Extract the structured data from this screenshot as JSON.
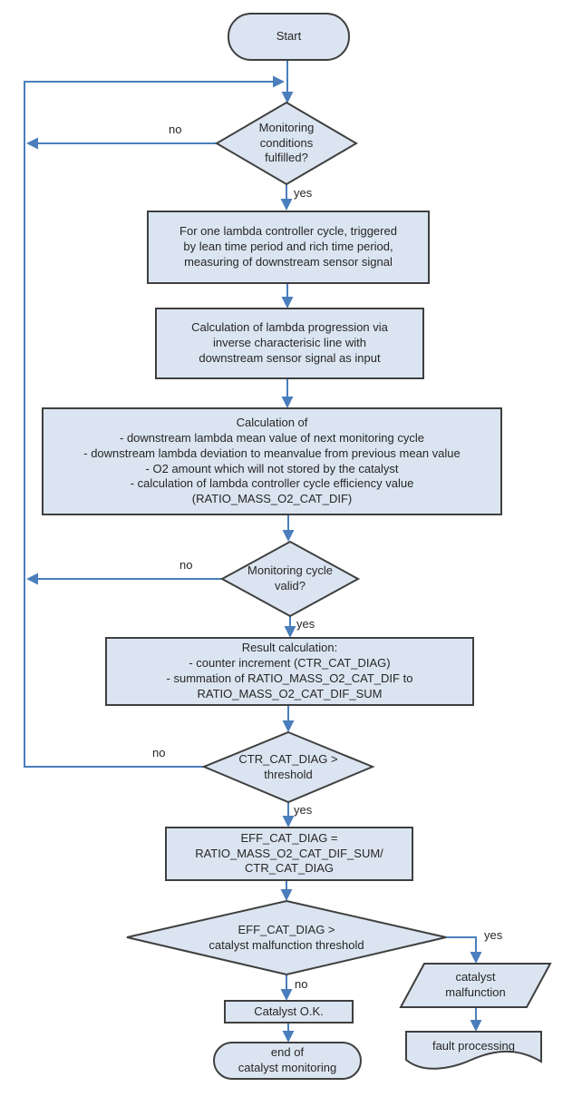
{
  "flowchart": {
    "nodes": {
      "start": "Start",
      "monitoring_conditions": "Monitoring\nconditions\nfulfilled?",
      "measure_sensor": "For one lambda controller cycle, triggered\nby lean time period and rich time period,\nmeasuring of downstream sensor signal",
      "lambda_progression": "Calculation of lambda progression via\ninverse characterisic line with\ndownstream sensor signal as input",
      "calculation": "Calculation of\n- downstream lambda mean value of next monitoring cycle\n- downstream lambda deviation to meanvalue from previous mean value\n- O2 amount which will not stored by the catalyst\n- calculation of lambda controller cycle efficiency value\n(RATIO_MASS_O2_CAT_DIF)",
      "cycle_valid": "Monitoring cycle\nvalid?",
      "result_calculation": "Result calculation:\n- counter increment (CTR_CAT_DIAG)\n- summation of RATIO_MASS_O2_CAT_DIF to\nRATIO_MASS_O2_CAT_DIF_SUM",
      "counter_threshold": "CTR_CAT_DIAG >\nthreshold",
      "efficiency_formula": "EFF_CAT_DIAG =\nRATIO_MASS_O2_CAT_DIF_SUM/\nCTR_CAT_DIAG",
      "malfunction_threshold": "EFF_CAT_DIAG >\ncatalyst malfunction threshold",
      "catalyst_ok": "Catalyst O.K.",
      "end_monitoring": "end of\ncatalyst monitoring",
      "catalyst_malfunction": "catalyst\nmalfunction",
      "fault_processing": "fault processing"
    },
    "edge_labels": {
      "conditions_no": "no",
      "conditions_yes": "yes",
      "cycle_no": "no",
      "cycle_yes": "yes",
      "counter_no": "no",
      "counter_yes": "yes",
      "malfunction_no": "no",
      "malfunction_yes": "yes"
    },
    "colors": {
      "shape_fill": "#dbe5f1",
      "shape_border": "#3f3f3f",
      "connector_blue": "#4a7ebc",
      "text": "#262626"
    }
  }
}
